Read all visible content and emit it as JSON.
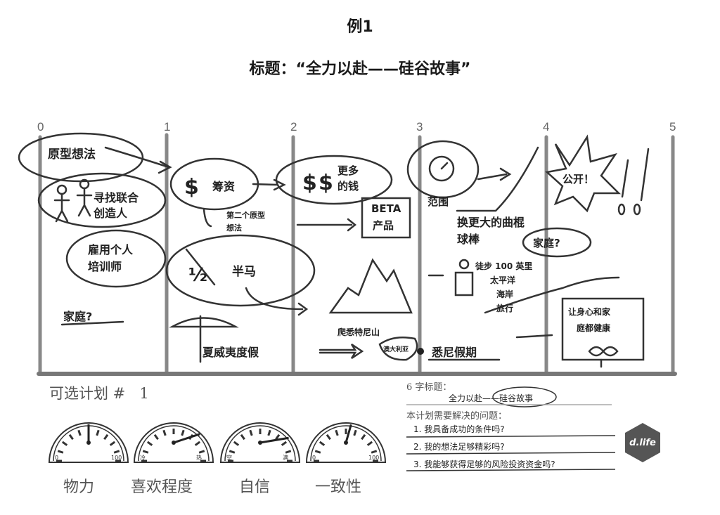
{
  "header": {
    "example_label": "例1",
    "title": "标题：“全力以赴——硅谷故事”"
  },
  "timeline": {
    "ticks": [
      "0",
      "1",
      "2",
      "3",
      "4",
      "5"
    ]
  },
  "storyboard": {
    "prototype_idea": "原型想法",
    "find_cofounder_line1": "寻找联合",
    "find_cofounder_line2": "创造人",
    "fundraise": "筹资",
    "second_prototype_line1": "第二个原型",
    "second_prototype_line2": "想法",
    "more_money_line1": "更多",
    "more_money_line2": "的钱",
    "beta_line1": "BETA",
    "beta_line2": "产品",
    "scope": "范围",
    "bigger_stick_line1": "换更大的曲棍",
    "bigger_stick_line2": "球棒",
    "family_q_right": "家庭?",
    "go_public": "公开！",
    "hire_trainer_line1": "雇用个人",
    "hire_trainer_line2": "培训师",
    "half_marathon": "半马",
    "hike_line1": "徒步 100 英里",
    "hike_line2": "太平洋",
    "hike_line3": "海岸",
    "hike_line4": "旅行",
    "family_q_left": "家庭?",
    "hawaii_vacation": "夏威夷度假",
    "climb_kilimanjaro": "爬悉特尼山",
    "australia": "澳大利亚",
    "sydney_vacation": "悉尼假期",
    "healthy_line1": "让身心和家",
    "healthy_line2": "庭都健康"
  },
  "plan": {
    "label": "可选计划 #",
    "number": "1"
  },
  "gauges": [
    {
      "label": "物力",
      "min": "0",
      "max": "100",
      "needle_angle": 0
    },
    {
      "label": "喜欢程度",
      "min": "冷",
      "max": "热",
      "needle_angle": 62
    },
    {
      "label": "自信",
      "min": "空",
      "max": "满",
      "needle_angle": 75
    },
    {
      "label": "一致性",
      "min": "0",
      "max": "100",
      "needle_angle": 10
    }
  ],
  "questions_panel": {
    "six_word_title_label": "6 字标题：",
    "six_word_title_value": "全力以赴——硅谷故事",
    "questions_label": "本计划需要解决的问题：",
    "questions": [
      "1. 我具备成功的条件吗?",
      "2. 我的想法足够精彩吗?",
      "3. 我能够获得足够的风险投资资金吗?"
    ]
  },
  "logo": "d.life"
}
